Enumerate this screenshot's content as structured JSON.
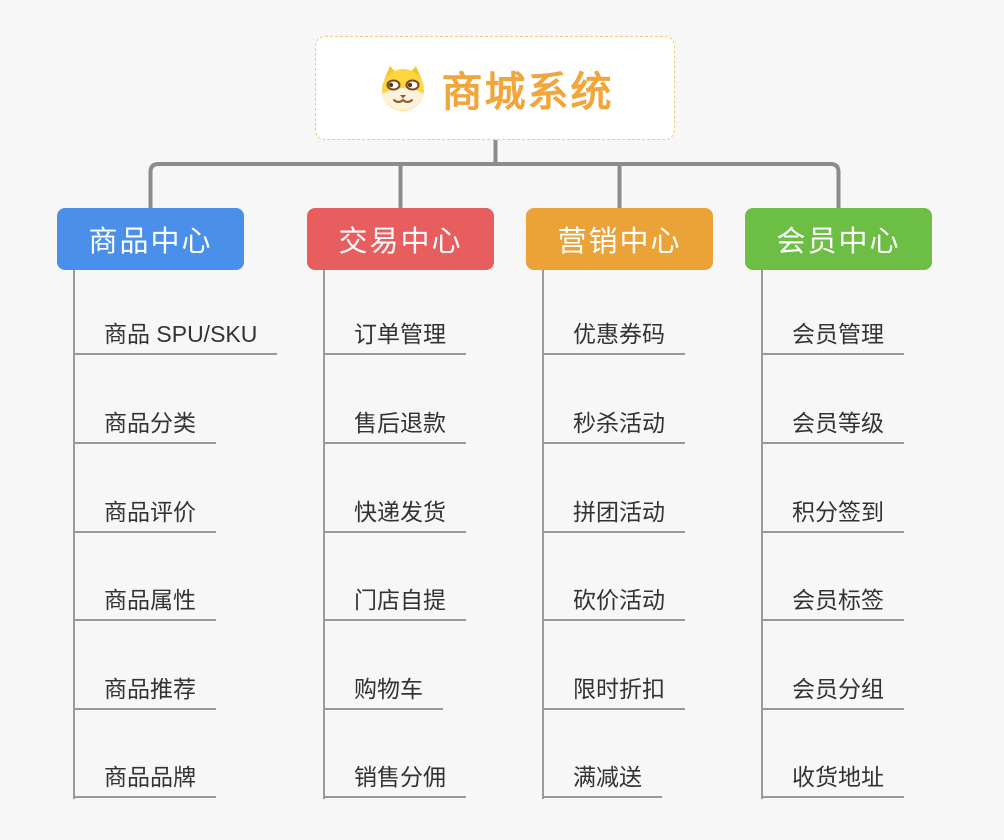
{
  "root": {
    "title": "商城系统",
    "icon": "dog-face-icon",
    "title_color": "#F1A63C",
    "border_color": "#F3C57E"
  },
  "style": {
    "background": "#F7F7F7",
    "connector_color": "#8C8C8C",
    "child_text_color": "#333333",
    "child_underline_color": "#999999"
  },
  "branches": [
    {
      "label": "商品中心",
      "color": "#4A8FE9",
      "children": [
        "商品 SPU/SKU",
        "商品分类",
        "商品评价",
        "商品属性",
        "商品推荐",
        "商品品牌"
      ]
    },
    {
      "label": "交易中心",
      "color": "#E85D5D",
      "children": [
        "订单管理",
        "售后退款",
        "快递发货",
        "门店自提",
        "购物车",
        "销售分佣"
      ]
    },
    {
      "label": "营销中心",
      "color": "#EBA338",
      "children": [
        "优惠券码",
        "秒杀活动",
        "拼团活动",
        "砍价活动",
        "限时折扣",
        "满减送"
      ]
    },
    {
      "label": "会员中心",
      "color": "#6CBE45",
      "children": [
        "会员管理",
        "会员等级",
        "积分签到",
        "会员标签",
        "会员分组",
        "收货地址"
      ]
    }
  ]
}
